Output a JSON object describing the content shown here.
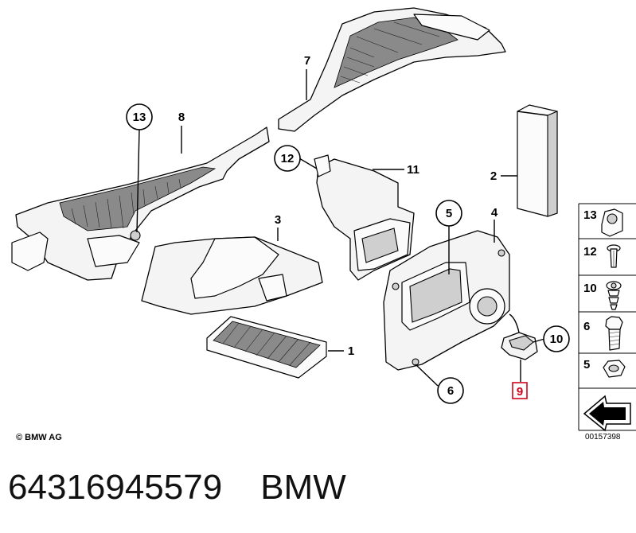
{
  "diagram": {
    "callouts": [
      {
        "id": "13",
        "label": "13"
      },
      {
        "id": "8",
        "label": "8"
      },
      {
        "id": "7",
        "label": "7"
      },
      {
        "id": "12",
        "label": "12"
      },
      {
        "id": "11",
        "label": "11"
      },
      {
        "id": "3",
        "label": "3"
      },
      {
        "id": "2",
        "label": "2"
      },
      {
        "id": "5",
        "label": "5"
      },
      {
        "id": "4",
        "label": "4"
      },
      {
        "id": "1",
        "label": "1"
      },
      {
        "id": "10",
        "label": "10"
      },
      {
        "id": "9",
        "label": "9",
        "highlighted": true
      },
      {
        "id": "6",
        "label": "6"
      }
    ],
    "legend": [
      {
        "label": "13",
        "icon": "clip-nut-icon"
      },
      {
        "label": "12",
        "icon": "expanding-rivet-icon"
      },
      {
        "label": "10",
        "icon": "spreading-rivet-icon"
      },
      {
        "label": "6",
        "icon": "hex-bolt-icon"
      },
      {
        "label": "5",
        "icon": "hex-nut-icon"
      }
    ],
    "copyright": "© BMW AG",
    "diagram_number": "00157398",
    "highlight_color": "#d0021b"
  },
  "caption": {
    "part_number": "64316945579",
    "brand": "BMW"
  }
}
